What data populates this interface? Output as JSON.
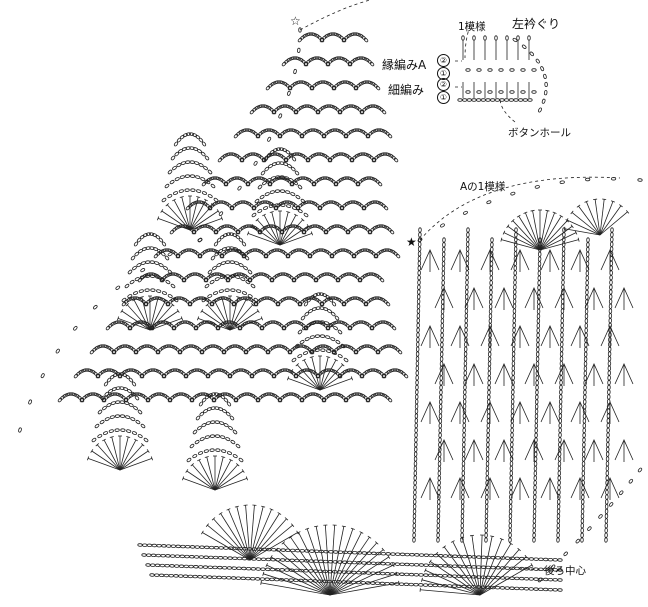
{
  "labels": {
    "pattern_repeat": "1模様",
    "left_neckline": "左衿ぐり",
    "edging_a": "縁編みA",
    "fine_edging": "細編み",
    "row_2": "②",
    "row_1": "①",
    "buttonhole": "ボタンホール",
    "a_one_repeat": "Aの1模様",
    "back_center": "後ろ中心"
  },
  "markers": {
    "hollow_star": "☆",
    "filled_star": "★"
  }
}
